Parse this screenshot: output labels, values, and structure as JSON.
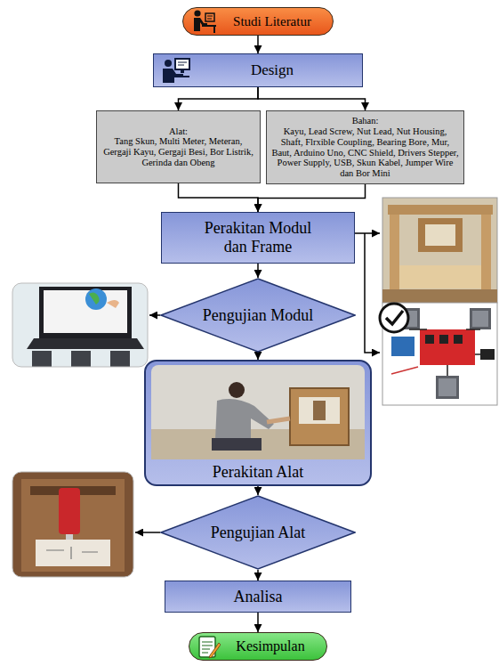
{
  "diagram": {
    "nodes": [
      {
        "text": [
          "Studi Literatur"
        ]
      },
      {
        "text": [
          "Design"
        ]
      },
      {
        "text": [
          "Alat:",
          "Tang Skun, Multi Meter, Meteran, Gergaji Kayu, Gergaji Besi, Bor Listrik, Gerinda dan Obeng"
        ]
      },
      {
        "text": [
          "Bahan:",
          "Kayu, Lead Screw, Nut Lead, Nut Housing, Shaft, Flrxible Coupling, Bearing Bore, Mur, Baut, Arduino Uno, CNC Shield, Drivers Stepper, Power Supply, USB, Skun Kabel, Jumper Wire dan Bor Mini"
        ]
      },
      {
        "text": [
          "Perakitan Modul dan Frame"
        ]
      },
      {
        "text": [
          "Pengujian Modul"
        ]
      },
      {
        "text": [
          "Perakitan Alat"
        ]
      },
      {
        "text": [
          "Pengujian Alat"
        ]
      },
      {
        "text": [
          "Analisa"
        ]
      },
      {
        "text": [
          "Kesimpulan"
        ]
      }
    ],
    "edges": [
      {
        "from": 0,
        "to": 1,
        "arrow": "to"
      },
      {
        "from": 1,
        "to": 2,
        "arrow": "to"
      },
      {
        "from": 1,
        "to": 3,
        "arrow": "to"
      },
      {
        "from": 2,
        "to": 4,
        "arrow": "to"
      },
      {
        "from": 3,
        "to": 4,
        "arrow": "to"
      },
      {
        "from": 4,
        "to": 5,
        "arrow": "to"
      },
      {
        "from": 5,
        "to": 6,
        "arrow": "to"
      },
      {
        "from": 6,
        "to": 7,
        "arrow": "to"
      },
      {
        "from": 7,
        "to": 8,
        "arrow": "to"
      },
      {
        "from": 8,
        "to": 9,
        "arrow": "to"
      }
    ]
  }
}
